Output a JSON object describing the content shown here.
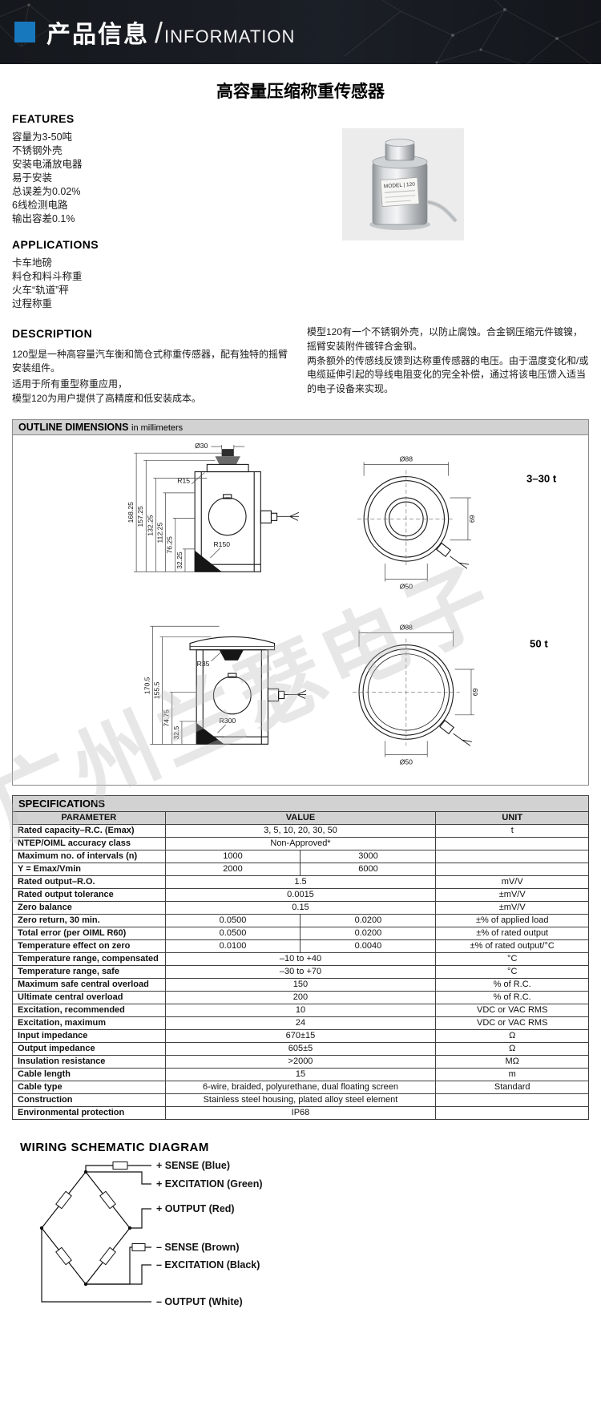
{
  "header": {
    "title_cn": "产品信息",
    "slash": "/",
    "title_en": "INFORMATION"
  },
  "page_title": "高容量压缩称重传感器",
  "features": {
    "heading": "FEATURES",
    "items": [
      "容量为3-50吨",
      "不锈钢外壳",
      "安装电涌放电器",
      "易于安装",
      "总误差为0.02%",
      "6线检测电路",
      "输出容差0.1%"
    ]
  },
  "applications": {
    "heading": "APPLICATIONS",
    "items": [
      "卡车地磅",
      "料仓和料斗称重",
      "火车“轨道”秤",
      "过程称重"
    ]
  },
  "product_image": {
    "label": "MODEL | 120"
  },
  "description": {
    "heading": "DESCRIPTION",
    "left": [
      "120型是一种高容量汽车衡和筒仓式称重传感器，配有独特的摇臂安装组件。",
      "适用于所有重型称重应用，",
      "模型120为用户提供了高精度和低安装成本。"
    ],
    "right": [
      "模型120有一个不锈钢外壳，以防止腐蚀。合金钢压缩元件镀镍，摇臂安装附件镀锌合金钢。",
      "两条额外的传感线反馈到达称重传感器的电压。由于温度变化和/或电缆延伸引起的导线电阻变化的完全补偿，通过将该电压馈入适当的电子设备来实现。"
    ]
  },
  "outline": {
    "heading": "OUTLINE DIMENSIONS",
    "subheading": "in millimeters",
    "view1": {
      "label": "3–30 t",
      "dia_top": "Ø30",
      "r_top": "R15",
      "r_bottom": "R150",
      "heights": [
        "168.25",
        "157.25",
        "132.25",
        "112.25",
        "76.25",
        "32.25"
      ],
      "top_view": {
        "dia_outer": "Ø88",
        "dia_inner": "Ø50",
        "height": "69"
      }
    },
    "view2": {
      "label": "50 t",
      "r_top": "R35",
      "r_bottom": "R300",
      "heights": [
        "170.5",
        "155.5",
        "74.75",
        "32.5"
      ],
      "top_view": {
        "dia_outer": "Ø88",
        "dia_inner": "Ø50",
        "height": "69"
      }
    }
  },
  "specifications": {
    "heading": "SPECIFICATIONS",
    "columns": [
      "PARAMETER",
      "VALUE",
      "UNIT"
    ],
    "rows": [
      {
        "param": "Rated capacity–R.C. (Emax)",
        "value": "3, 5, 10, 20, 30, 50",
        "unit": "t"
      },
      {
        "param": "NTEP/OIML accuracy class",
        "value": "Non-Approved*",
        "unit": ""
      },
      {
        "param": "Maximum no. of intervals (n)",
        "value1": "1000",
        "value2": "3000",
        "unit": ""
      },
      {
        "param": "Y = Emax/Vmin",
        "value1": "2000",
        "value2": "6000",
        "unit": ""
      },
      {
        "param": "Rated output–R.O.",
        "value": "1.5",
        "unit": "mV/V"
      },
      {
        "param": "Rated output tolerance",
        "value": "0.0015",
        "unit": "±mV/V"
      },
      {
        "param": "Zero balance",
        "value": "0.15",
        "unit": "±mV/V"
      },
      {
        "param": "Zero return, 30 min.",
        "value1": "0.0500",
        "value2": "0.0200",
        "unit": "±% of applied load"
      },
      {
        "param": "Total error (per OIML R60)",
        "value1": "0.0500",
        "value2": "0.0200",
        "unit": "±% of rated output"
      },
      {
        "param": "Temperature effect on zero",
        "value1": "0.0100",
        "value2": "0.0040",
        "unit": "±% of rated output/°C"
      },
      {
        "param": "Temperature range, compensated",
        "value": "–10 to +40",
        "unit": "°C"
      },
      {
        "param": "Temperature range, safe",
        "value": "–30 to +70",
        "unit": "°C"
      },
      {
        "param": "Maximum safe central overload",
        "value": "150",
        "unit": "% of R.C."
      },
      {
        "param": "Ultimate central overload",
        "value": "200",
        "unit": "% of R.C."
      },
      {
        "param": "Excitation, recommended",
        "value": "10",
        "unit": "VDC or VAC RMS"
      },
      {
        "param": "Excitation, maximum",
        "value": "24",
        "unit": "VDC or VAC RMS"
      },
      {
        "param": "Input impedance",
        "value": "670±15",
        "unit": "Ω"
      },
      {
        "param": "Output impedance",
        "value": "605±5",
        "unit": "Ω"
      },
      {
        "param": "Insulation resistance",
        "value": ">2000",
        "unit": "MΩ"
      },
      {
        "param": "Cable length",
        "value": "15",
        "unit": "m"
      },
      {
        "param": "Cable type",
        "value": "6-wire, braided, polyurethane, dual floating screen",
        "unit": "Standard"
      },
      {
        "param": "Construction",
        "value": "Stainless steel housing, plated alloy steel element",
        "unit": ""
      },
      {
        "param": "Environmental protection",
        "value": "IP68",
        "unit": ""
      }
    ]
  },
  "wiring": {
    "heading": "WIRING SCHEMATIC DIAGRAM",
    "labels": [
      "+ SENSE (Blue)",
      "+ EXCITATION (Green)",
      "+ OUTPUT (Red)",
      "– SENSE (Brown)",
      "– EXCITATION (Black)",
      "– OUTPUT (White)"
    ]
  },
  "watermark": "广州兰瑟电子",
  "colors": {
    "header_bg": "#15181d",
    "accent_blue": "#1878be",
    "bar_gray": "#d2d2d2"
  }
}
